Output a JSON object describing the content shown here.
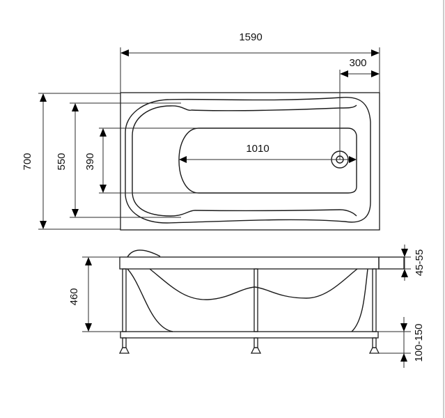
{
  "drawing": {
    "type": "technical-drawing",
    "subject": "bathtub",
    "views": [
      "top-view",
      "side-view"
    ],
    "line_color": "#1a1a1a",
    "background": "#ffffff"
  },
  "top_view": {
    "dimensions": {
      "overall_length": "1590",
      "drain_offset": "300",
      "overall_width": "700",
      "rim_inner_width": "550",
      "bottom_width": "390",
      "bottom_length": "1010"
    }
  },
  "side_view": {
    "dimensions": {
      "height": "460",
      "rim_thickness": "45-55",
      "leg_adjustment": "100-150"
    }
  }
}
